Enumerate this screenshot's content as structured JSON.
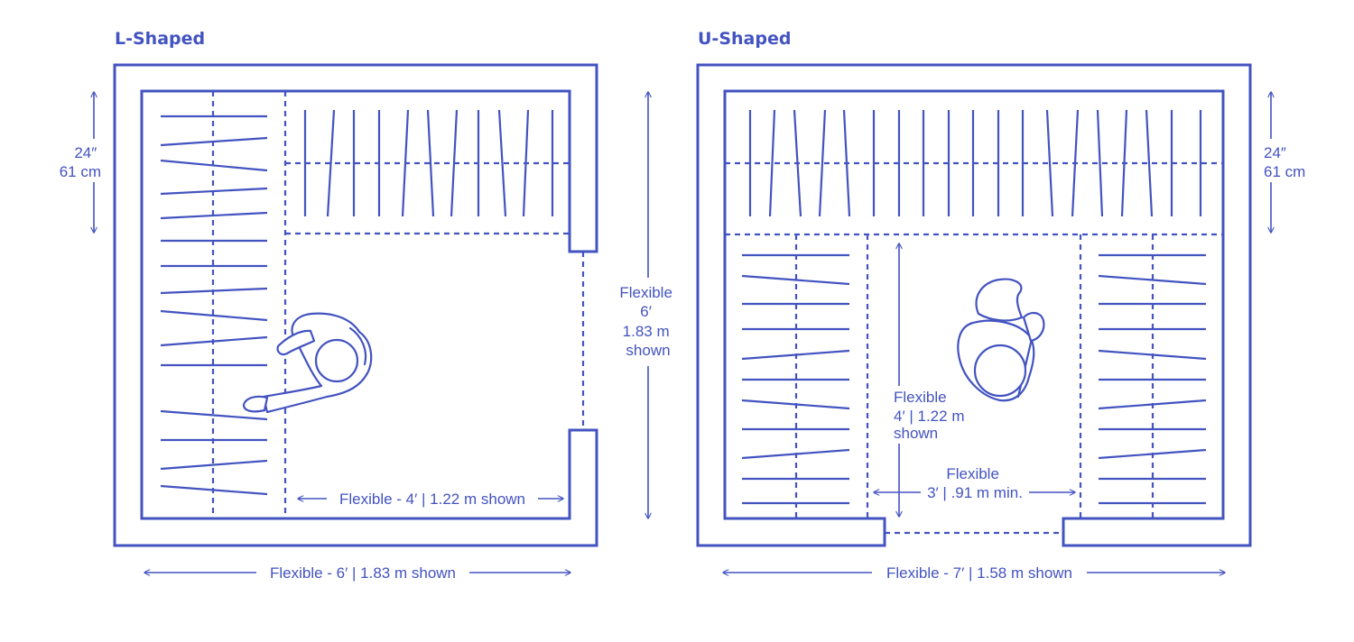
{
  "colors": {
    "line": "#4353c0",
    "background": "#ffffff"
  },
  "l_shaped": {
    "title": "L-Shaped",
    "depth_label": [
      "24″",
      "61 cm"
    ],
    "side_label": [
      "Flexible",
      "6′",
      "1.83 m",
      "shown"
    ],
    "inner_width_label": "Flexible - 4′ | 1.22 m shown",
    "width_label": "Flexible - 6′ | 1.83 m shown"
  },
  "u_shaped": {
    "title": "U-Shaped",
    "depth_label": [
      "24″",
      "61 cm"
    ],
    "aisle_length_label": [
      "Flexible",
      "4′ | 1.22 m",
      "shown"
    ],
    "aisle_width_label": [
      "Flexible",
      "3′ | .91 m min."
    ],
    "width_label": "Flexible - 7′ | 1.58 m shown"
  }
}
